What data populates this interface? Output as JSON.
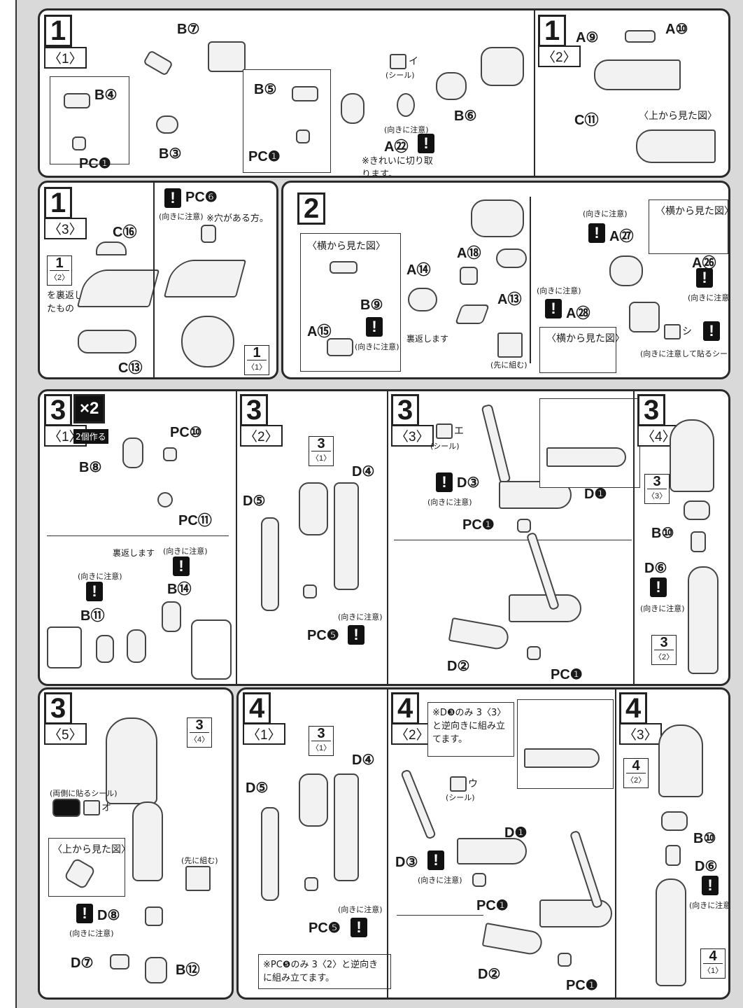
{
  "steps": {
    "s1_1": {
      "num": "1",
      "sub": "〈1〉",
      "labels": [
        "B⑦",
        "B④",
        "B③",
        "B⑤",
        "PC❶",
        "PC❶",
        "B⑥",
        "A㉒"
      ],
      "seal": "(シール)",
      "seal_key": "イ",
      "note": "※きれいに切り取ります。",
      "caution": "(向きに注意)"
    },
    "s1_2": {
      "num": "1",
      "sub": "〈2〉",
      "labels": [
        "A⑨",
        "A⑩",
        "C⑪"
      ],
      "view": "〈上から見た図〉"
    },
    "s1_3": {
      "num": "1",
      "sub": "〈3〉",
      "labels": [
        "C⑯",
        "C⑬",
        "PC❻"
      ],
      "ref1": "1",
      "ref1_sub": "〈2〉",
      "flip": "を裏返したもの",
      "caution": "(向きに注意)",
      "hole": "※穴がある方。",
      "ref2": "1",
      "ref2_sub": "〈1〉"
    },
    "s2": {
      "num": "2",
      "labels": [
        "A⑱",
        "A⑭",
        "A⑬",
        "B⑨",
        "A⑮",
        "A㉗",
        "A㉖",
        "A㉘"
      ],
      "side_view": "〈横から見た図〉",
      "flip": "裏返します",
      "first": "(先に組む)",
      "caution": "(向きに注意)",
      "seal_note": "(向きに注意して貼るシール)",
      "seal_key": "シ"
    },
    "s3_1": {
      "num": "3",
      "mult": "×2",
      "sub": "〈1〉",
      "make": "2個作る",
      "labels": [
        "PC⑩",
        "B⑧",
        "PC⑪",
        "B⑪",
        "B⑭"
      ],
      "flip": "裏返します",
      "caution": "(向きに注意)"
    },
    "s3_2": {
      "num": "3",
      "sub": "〈2〉",
      "labels": [
        "D④",
        "D⑤",
        "PC❺"
      ],
      "ref": "3",
      "ref_sub": "〈1〉",
      "caution": "(向きに注意)"
    },
    "s3_3": {
      "num": "3",
      "sub": "〈3〉",
      "labels": [
        "D③",
        "D❶",
        "PC❶",
        "D②",
        "PC❶"
      ],
      "seal": "(シール)",
      "seal_key": "エ",
      "caution": "(向きに注意)"
    },
    "s3_4": {
      "num": "3",
      "sub": "〈4〉",
      "labels": [
        "B⑩",
        "D⑥"
      ],
      "ref_top": "3",
      "ref_top_sub": "〈3〉",
      "ref_bot": "3",
      "ref_bot_sub": "〈2〉",
      "caution": "(向きに注意)"
    },
    "s3_5": {
      "num": "3",
      "sub": "〈5〉",
      "labels": [
        "D⑧",
        "D⑦",
        "B⑫"
      ],
      "ref": "3",
      "ref_sub": "〈4〉",
      "seal_note": "(両側に貼るシール)",
      "seal_key": "オ",
      "view": "〈上から見た図〉",
      "first": "(先に組む)",
      "caution": "(向きに注意)"
    },
    "s4_1": {
      "num": "4",
      "sub": "〈1〉",
      "labels": [
        "D④",
        "D⑤",
        "PC❺"
      ],
      "ref": "3",
      "ref_sub": "〈1〉",
      "caution": "(向きに注意)",
      "note": "※PC❺のみ 3〈2〉と逆向きに組み立てます。"
    },
    "s4_2": {
      "num": "4",
      "sub": "〈2〉",
      "labels": [
        "D❶",
        "D③",
        "PC❶",
        "D②",
        "PC❶"
      ],
      "seal": "(シール)",
      "seal_key": "ウ",
      "note": "※D❸のみ 3〈3〉と逆向きに組み立てます。",
      "caution": "(向きに注意)"
    },
    "s4_3": {
      "num": "4",
      "sub": "〈3〉",
      "labels": [
        "B⑩",
        "D⑥"
      ],
      "ref_top": "4",
      "ref_top_sub": "〈2〉",
      "ref_bot": "4",
      "ref_bot_sub": "〈1〉",
      "caution": "(向きに注意)"
    }
  },
  "colors": {
    "panel_border": "#2a2a2a",
    "background": "#d9d9d9"
  }
}
